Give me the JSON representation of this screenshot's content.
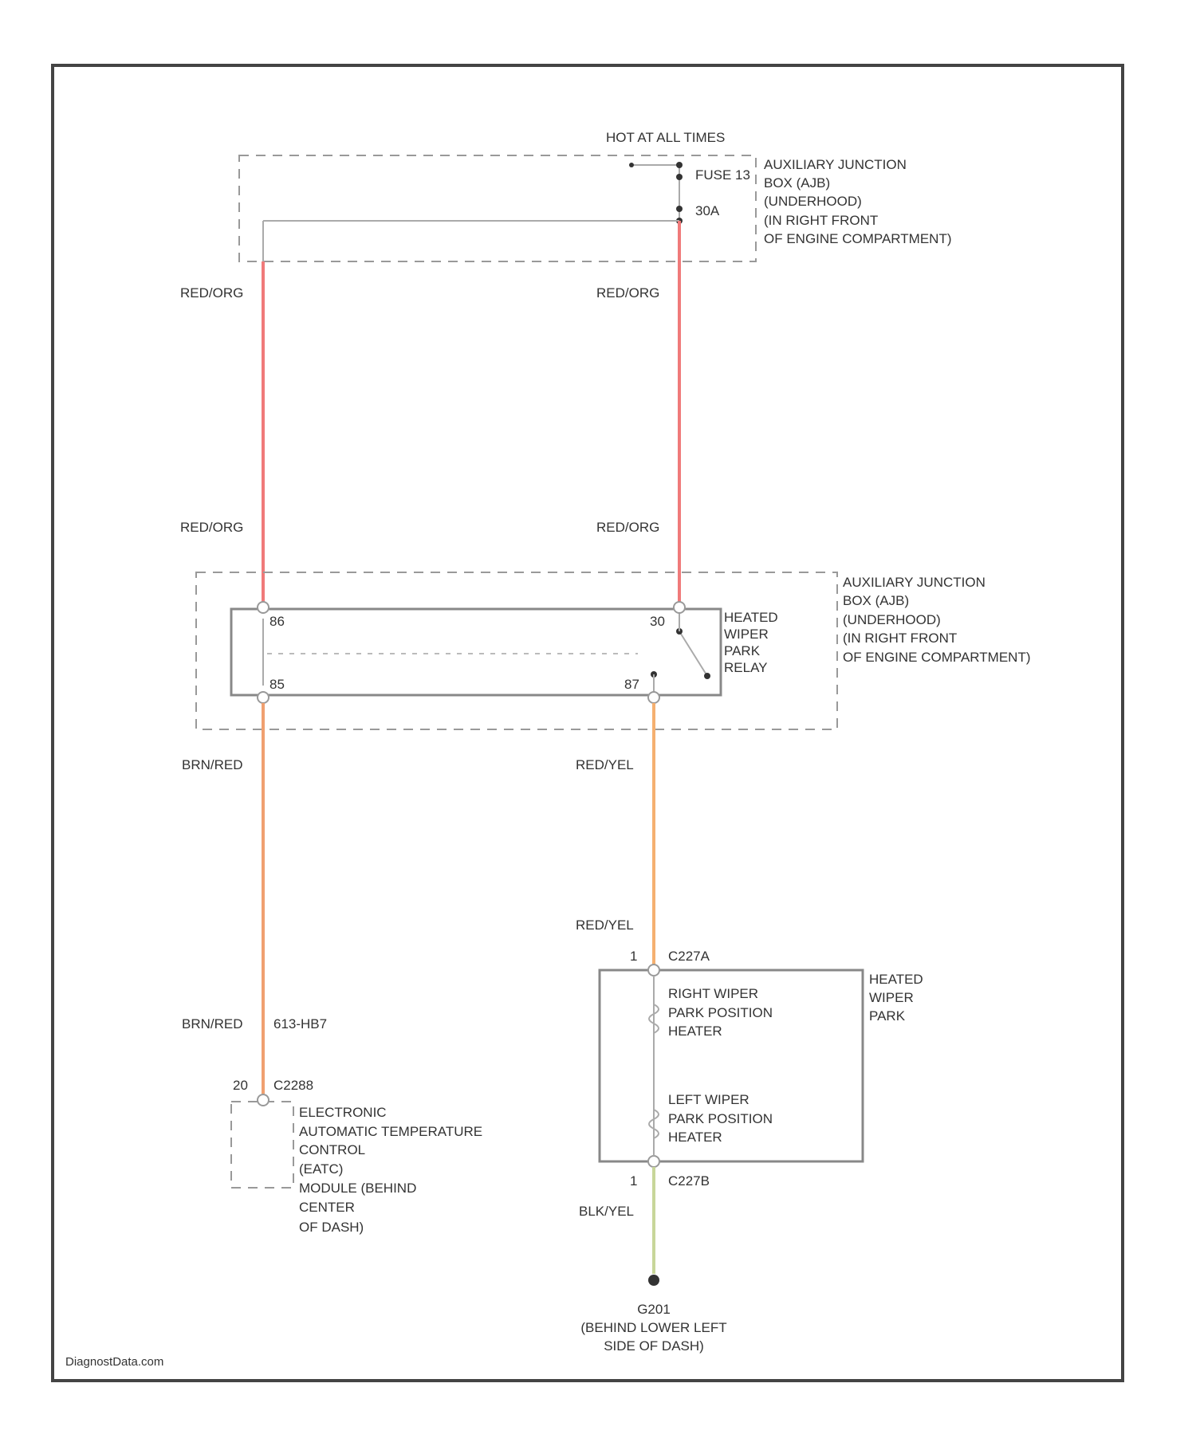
{
  "colors": {
    "red_org": "#f07a7a",
    "brn_red": "#f0a070",
    "red_yel": "#f5b070",
    "blk_yel": "#c8d69a",
    "frame": "#444444",
    "text": "#333333"
  },
  "power": {
    "label": "HOT AT ALL TIMES",
    "fuse": "FUSE 13",
    "rating": "30A"
  },
  "ajb_top": {
    "lines": [
      "AUXILIARY JUNCTION",
      "BOX (AJB)",
      "(UNDERHOOD)",
      "(IN RIGHT FRONT",
      "OF ENGINE COMPARTMENT)"
    ]
  },
  "ajb_mid": {
    "lines": [
      "AUXILIARY JUNCTION",
      "BOX (AJB)",
      "(UNDERHOOD)",
      "(IN RIGHT FRONT",
      "OF ENGINE COMPARTMENT)"
    ]
  },
  "wires": {
    "left_top_1": "RED/ORG",
    "left_top_2": "RED/ORG",
    "right_top_1": "RED/ORG",
    "right_top_2": "RED/ORG",
    "left_bottom_1": "BRN/RED",
    "left_bottom_2": "BRN/RED",
    "left_bottom_circuit": "613-HB7",
    "right_bottom_1": "RED/YEL",
    "right_bottom_2": "RED/YEL",
    "ground_wire": "BLK/YEL"
  },
  "relay": {
    "lines": [
      "HEATED",
      "WIPER",
      "PARK",
      "RELAY"
    ],
    "pin_86": "86",
    "pin_85": "85",
    "pin_30": "30",
    "pin_87": "87"
  },
  "eatc": {
    "pin": "20",
    "connector": "C2288",
    "lines": [
      "ELECTRONIC",
      "AUTOMATIC TEMPERATURE",
      "CONTROL",
      "(EATC)",
      "MODULE (BEHIND",
      "CENTER",
      "OF DASH)"
    ]
  },
  "heated_park": {
    "lines": [
      "HEATED",
      "WIPER",
      "PARK"
    ],
    "pin_top": "1",
    "connector_top": "C227A",
    "pin_bottom": "1",
    "connector_bottom": "C227B",
    "right_heater": [
      "RIGHT WIPER",
      "PARK POSITION",
      "HEATER"
    ],
    "left_heater": [
      "LEFT WIPER",
      "PARK POSITION",
      "HEATER"
    ]
  },
  "ground": {
    "lines": [
      "G201",
      "(BEHIND LOWER LEFT",
      "SIDE OF DASH)"
    ]
  },
  "watermark": "DiagnostData.com"
}
